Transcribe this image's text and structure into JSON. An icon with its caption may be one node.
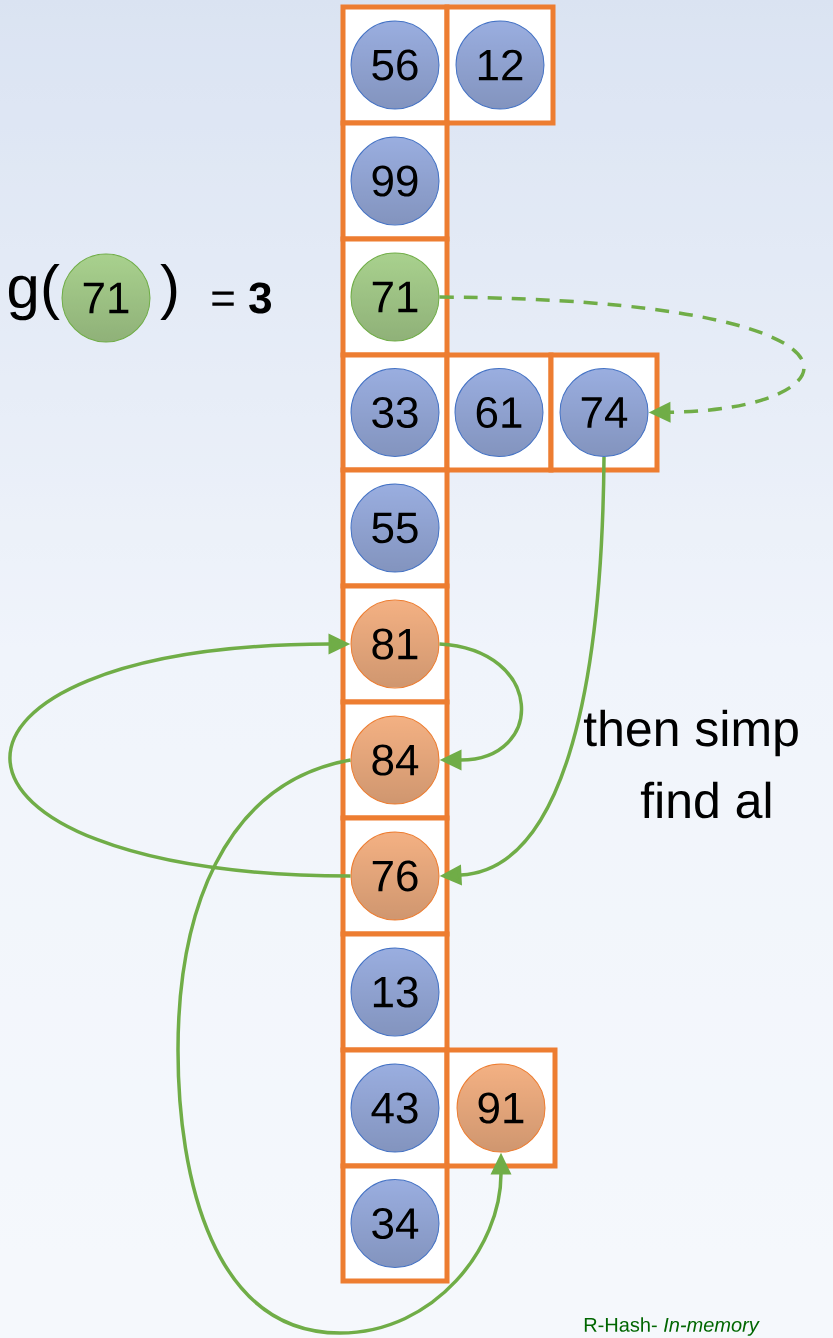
{
  "diagram": {
    "nodes": [
      {
        "text": [
          "71"
        ]
      },
      {
        "text": [],
        "shape": "box"
      },
      {
        "text": [
          "56"
        ],
        "in": 1
      },
      {
        "text": [],
        "shape": "box"
      },
      {
        "text": [
          "12"
        ],
        "in": 3
      },
      {
        "text": [],
        "shape": "box"
      },
      {
        "text": [
          "99"
        ],
        "in": 5
      },
      {
        "text": [],
        "shape": "box"
      },
      {
        "text": [
          "71"
        ],
        "in": 7
      },
      {
        "text": [],
        "shape": "box"
      },
      {
        "text": [
          "33"
        ],
        "in": 9
      },
      {
        "text": [],
        "shape": "box"
      },
      {
        "text": [
          "61"
        ],
        "in": 11
      },
      {
        "text": [],
        "shape": "box"
      },
      {
        "text": [
          "74"
        ],
        "in": 13
      },
      {
        "text": [],
        "shape": "box"
      },
      {
        "text": [
          "55"
        ],
        "in": 15
      },
      {
        "text": [],
        "shape": "box"
      },
      {
        "text": [
          "81"
        ],
        "in": 17
      },
      {
        "text": [],
        "shape": "box"
      },
      {
        "text": [
          "84"
        ],
        "in": 19
      },
      {
        "text": [],
        "shape": "box"
      },
      {
        "text": [
          "76"
        ],
        "in": 21
      },
      {
        "text": [],
        "shape": "box"
      },
      {
        "text": [
          "13"
        ],
        "in": 23
      },
      {
        "text": [],
        "shape": "box"
      },
      {
        "text": [
          "43"
        ],
        "in": 25
      },
      {
        "text": [],
        "shape": "box"
      },
      {
        "text": [
          "91"
        ],
        "in": 27
      },
      {
        "text": [],
        "shape": "box"
      },
      {
        "text": [
          "34"
        ],
        "in": 29
      }
    ],
    "edges": [
      {
        "from": 8,
        "to": 14,
        "arrow": "to",
        "style": "dashed"
      },
      {
        "from": 14,
        "to": 22,
        "arrow": "to"
      },
      {
        "from": 18,
        "to": 20,
        "arrow": "to"
      },
      {
        "from": 22,
        "to": 18,
        "arrow": "to"
      },
      {
        "from": 20,
        "to": 28,
        "arrow": "to"
      }
    ],
    "labels": [
      "g",
      "(",
      ")",
      "= **3**",
      "then simp",
      "find al",
      "R-Hash- *In-memory*"
    ]
  }
}
